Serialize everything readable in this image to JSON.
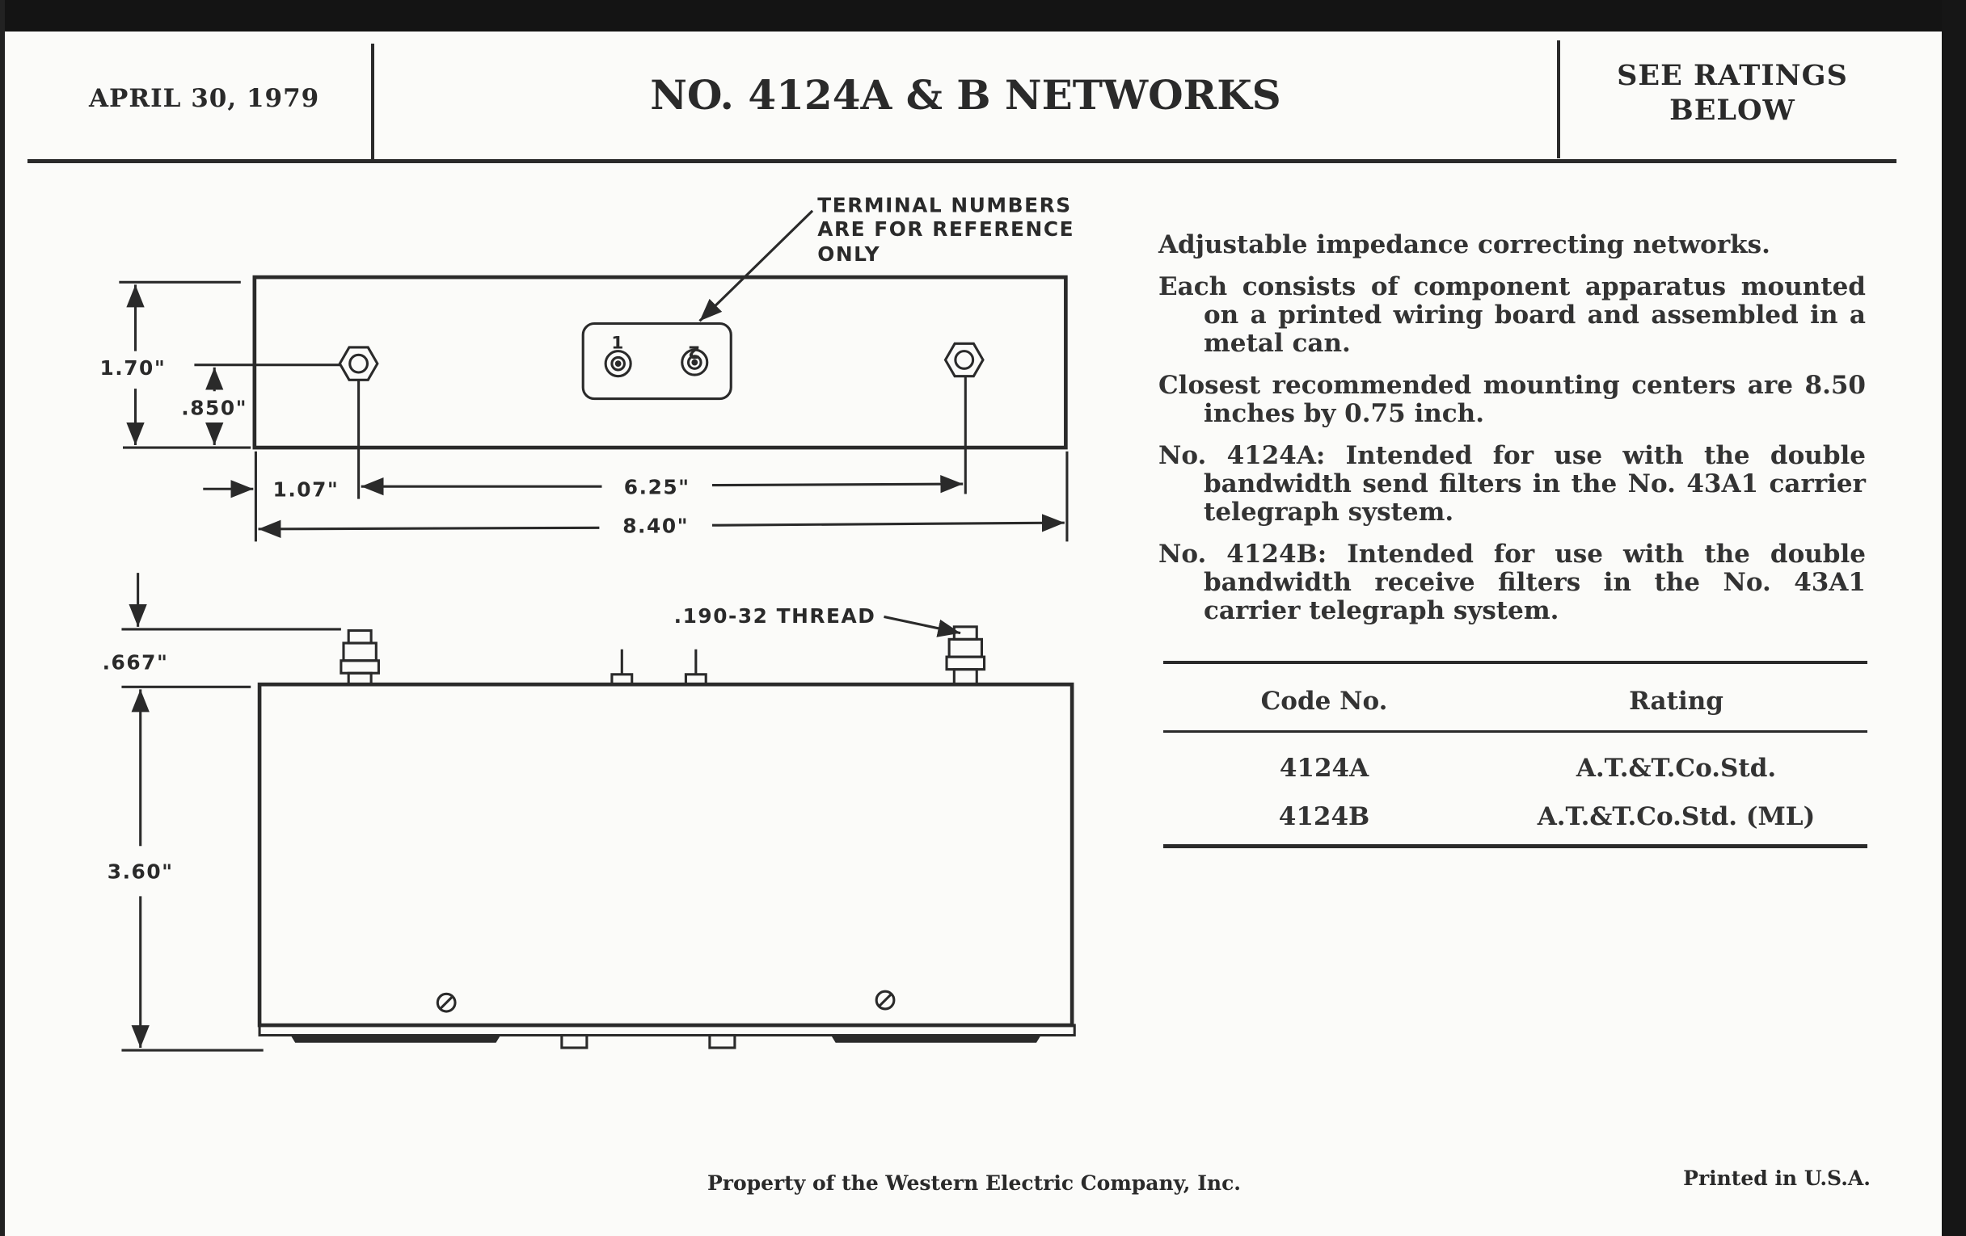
{
  "header": {
    "date": "APRIL 30, 1979",
    "title": "NO. 4124A & B NETWORKS",
    "ratings_line1": "SEE RATINGS",
    "ratings_line2": "BELOW"
  },
  "description": [
    "Adjustable impedance correcting networks.",
    "Each consists of component apparatus mounted on a printed wiring board and assembled in a metal can.",
    "Closest recommended mounting centers are 8.50 inches by 0.75 inch.",
    "No. 4124A: Intended for use with the double bandwidth send filters in the No. 43A1 carrier telegraph system.",
    "No. 4124B: Intended for use with the double bandwidth receive filters in the No. 43A1 carrier telegraph system."
  ],
  "ratings_table": {
    "headers": [
      "Code No.",
      "Rating"
    ],
    "rows": [
      [
        "4124A",
        "A.T.&T.Co.Std."
      ],
      [
        "4124B",
        "A.T.&T.Co.Std. (ML)"
      ]
    ]
  },
  "drawing": {
    "note_line1": "TERMINAL NUMBERS",
    "note_line2": "ARE FOR REFERENCE",
    "note_line3": "ONLY",
    "terminal_1": "1",
    "terminal_2": "2",
    "dim_height_top": "1.70\"",
    "dim_hole_height": ".850\"",
    "dim_edge_to_hole": "1.07\"",
    "dim_hole_spacing": "6.25\"",
    "dim_length": "8.40\"",
    "thread_label": ".190-32 THREAD",
    "dim_stud_height": ".667\"",
    "dim_can_height": "3.60\""
  },
  "footer": {
    "property": "Property of the Western Electric Company, Inc.",
    "printed": "Printed in U.S.A."
  }
}
